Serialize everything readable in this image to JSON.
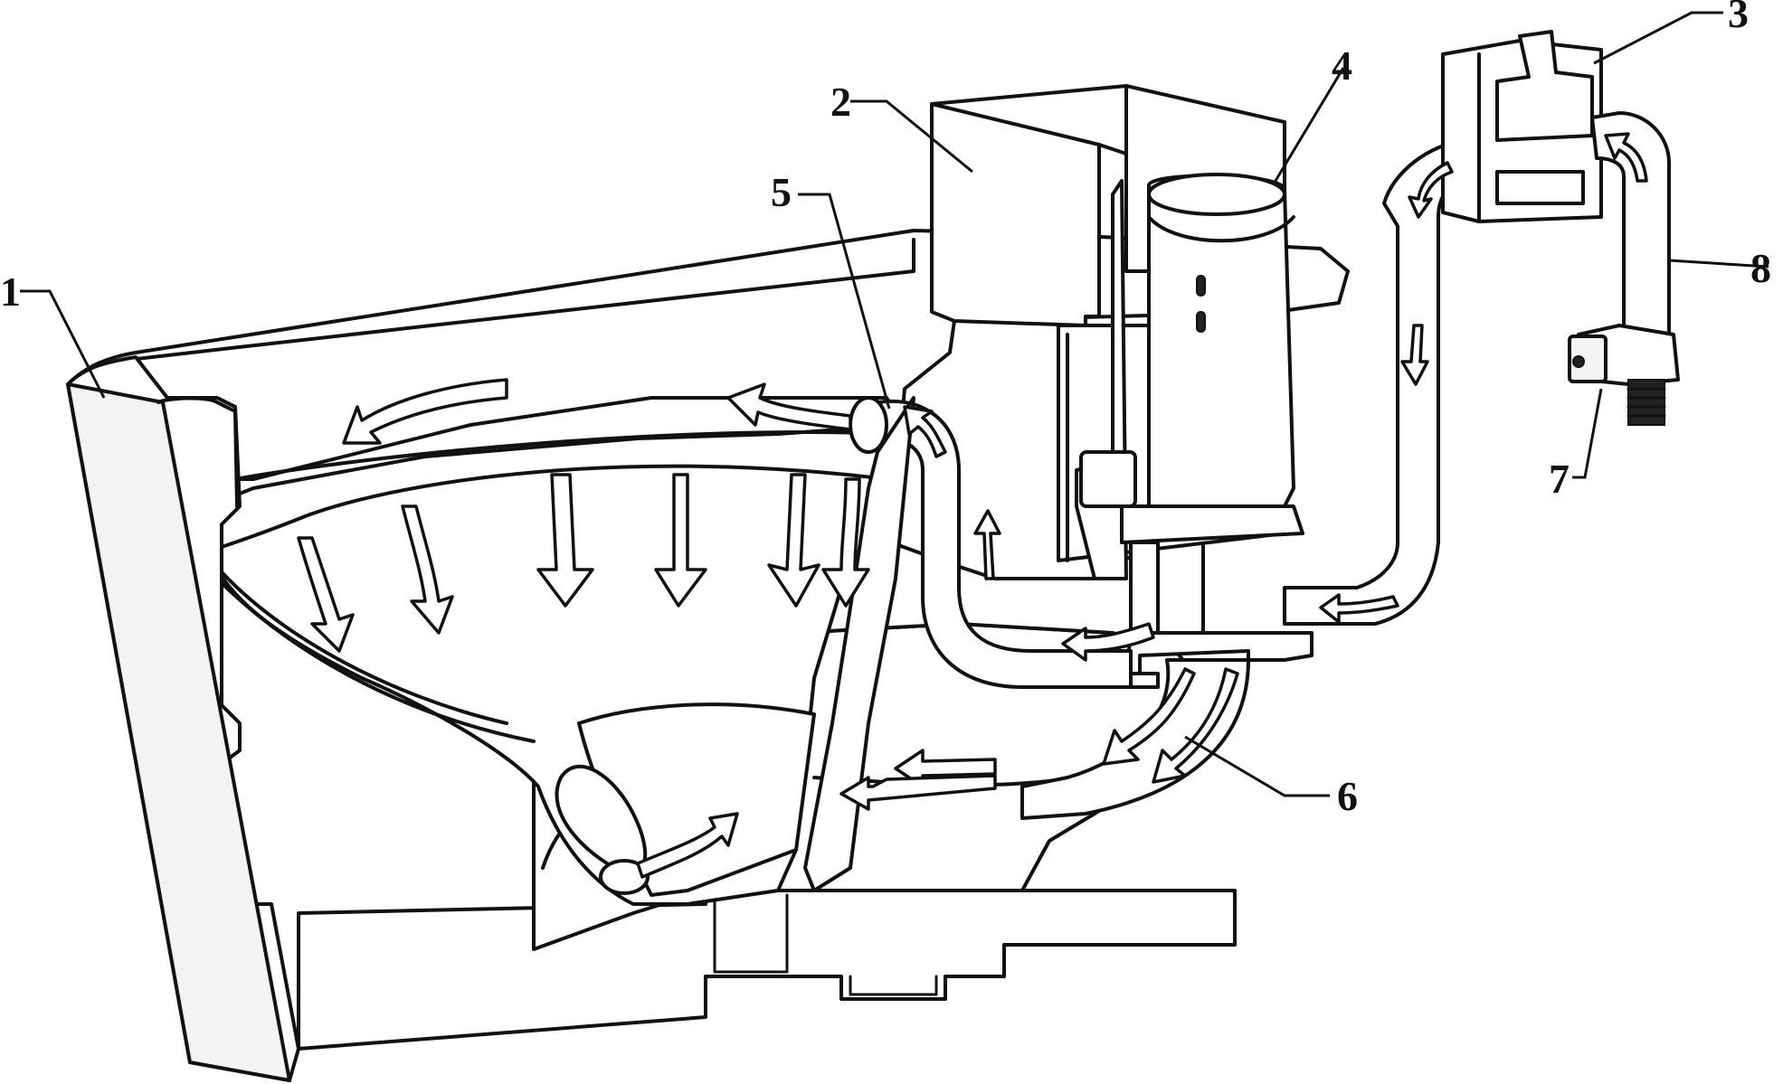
{
  "labels": [
    {
      "id": "1",
      "text": "1"
    },
    {
      "id": "2",
      "text": "2"
    },
    {
      "id": "3",
      "text": "3"
    },
    {
      "id": "4",
      "text": "4"
    },
    {
      "id": "5",
      "text": "5"
    },
    {
      "id": "6",
      "text": "6"
    },
    {
      "id": "7",
      "text": "7"
    },
    {
      "id": "8",
      "text": "8"
    }
  ],
  "style": {
    "line_color": "#111111",
    "background": "#ffffff"
  }
}
